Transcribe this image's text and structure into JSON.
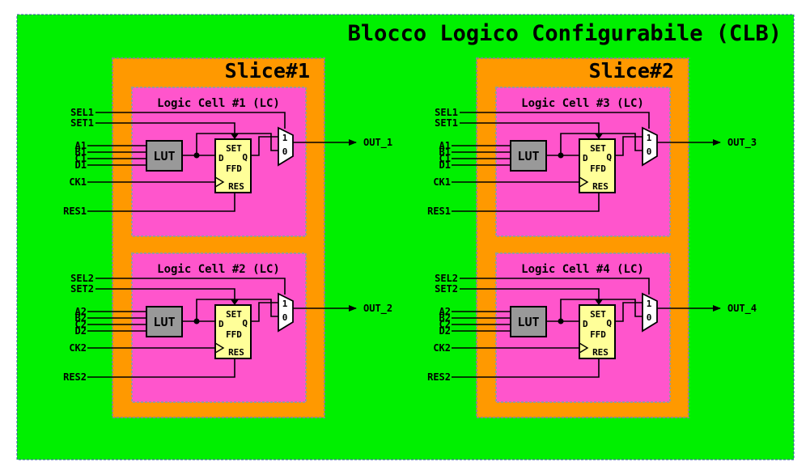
{
  "title": "Blocco Logico Configurabile (CLB)",
  "colors": {
    "clb_background": "#00f000",
    "slice_background": "#ff9900",
    "cell_background": "#ff55cc",
    "lut_fill": "#999999",
    "ffd_fill": "#ffff99",
    "mux_fill": "#ffffff",
    "wire": "#000000"
  },
  "common": {
    "lut_label": "LUT",
    "ffd_set": "SET",
    "ffd_d": "D",
    "ffd_q": "Q",
    "ffd_name": "FFD",
    "ffd_res": "RES",
    "mux_in1": "1",
    "mux_in0": "0"
  },
  "slices": [
    {
      "label": "Slice#1",
      "cells": [
        {
          "title": "Logic Cell #1 (LC)",
          "sel": "SEL1",
          "set": "SET1",
          "inputs": [
            "A1",
            "B1",
            "C1",
            "D1"
          ],
          "ck": "CK1",
          "res": "RES1",
          "out": "OUT_1"
        },
        {
          "title": "Logic Cell #2 (LC)",
          "sel": "SEL2",
          "set": "SET2",
          "inputs": [
            "A2",
            "B2",
            "C2",
            "D2"
          ],
          "ck": "CK2",
          "res": "RES2",
          "out": "OUT_2"
        }
      ]
    },
    {
      "label": "Slice#2",
      "cells": [
        {
          "title": "Logic Cell #3 (LC)",
          "sel": "SEL1",
          "set": "SET1",
          "inputs": [
            "A1",
            "B1",
            "C1",
            "D1"
          ],
          "ck": "CK1",
          "res": "RES1",
          "out": "OUT_3"
        },
        {
          "title": "Logic Cell #4 (LC)",
          "sel": "SEL2",
          "set": "SET2",
          "inputs": [
            "A2",
            "B2",
            "C2",
            "D2"
          ],
          "ck": "CK2",
          "res": "RES2",
          "out": "OUT_4"
        }
      ]
    }
  ]
}
